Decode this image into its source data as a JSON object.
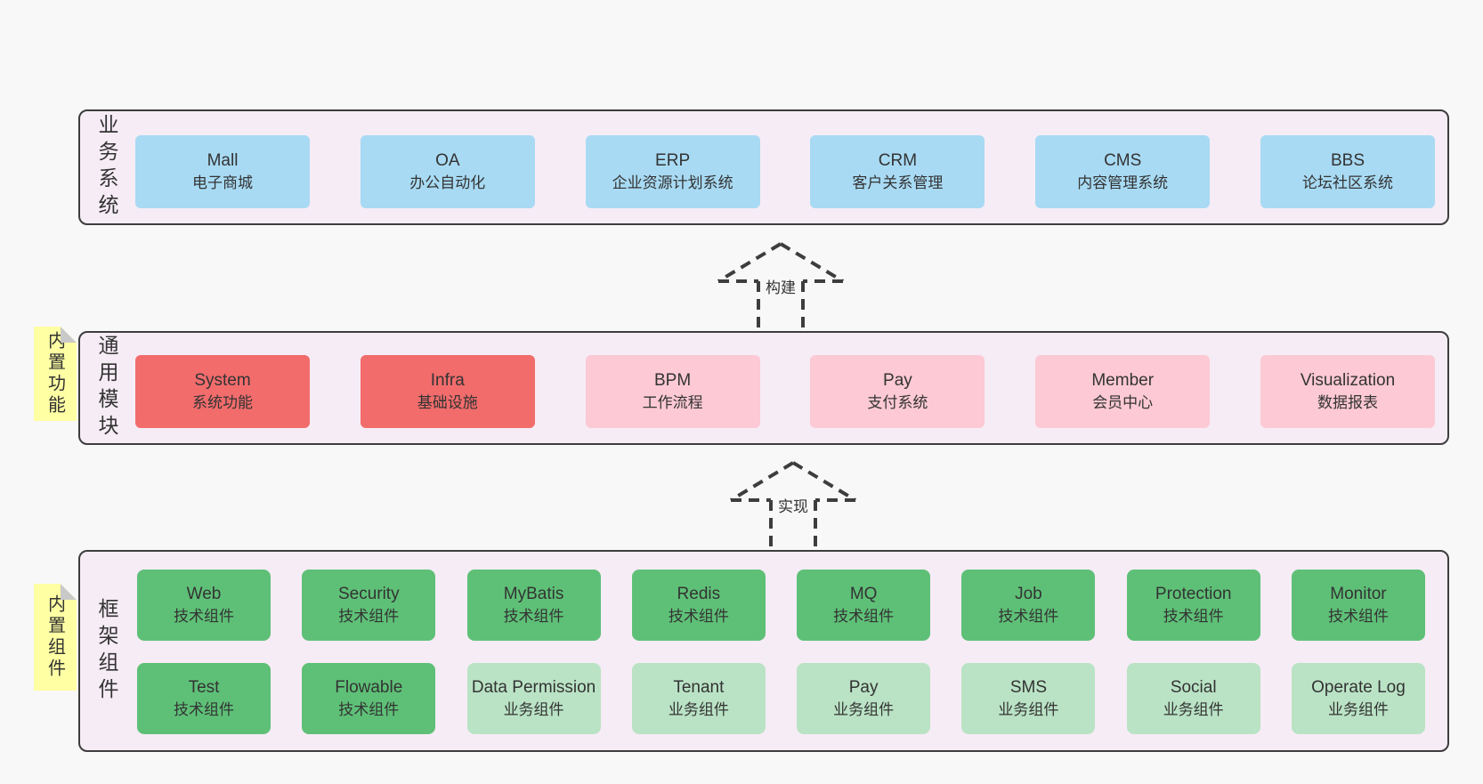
{
  "colors": {
    "page_bg": "#f8f8f8",
    "band_bg": "#f6ecf5",
    "line": "#3d3d3d",
    "text": "#333333",
    "blue": "#a8daf3",
    "red": "#f26c6c",
    "pink": "#fcc9d4",
    "green": "#5ec077",
    "green_light": "#bae3c5",
    "sticky": "#ffffa4",
    "fold": "#c9c9c9"
  },
  "arrows": [
    {
      "label": "构建"
    },
    {
      "label": "实现"
    }
  ],
  "bands": [
    {
      "label": "业务系统",
      "boxes": [
        {
          "title": "Mall",
          "subtitle": "电子商城",
          "variant": "blue"
        },
        {
          "title": "OA",
          "subtitle": "办公自动化",
          "variant": "blue"
        },
        {
          "title": "ERP",
          "subtitle": "企业资源计划系统",
          "variant": "blue"
        },
        {
          "title": "CRM",
          "subtitle": "客户关系管理",
          "variant": "blue"
        },
        {
          "title": "CMS",
          "subtitle": "内容管理系统",
          "variant": "blue"
        },
        {
          "title": "BBS",
          "subtitle": "论坛社区系统",
          "variant": "blue"
        }
      ]
    },
    {
      "label": "通用模块",
      "sticky": "内置功能",
      "boxes": [
        {
          "title": "System",
          "subtitle": "系统功能",
          "variant": "red"
        },
        {
          "title": "Infra",
          "subtitle": "基础设施",
          "variant": "red"
        },
        {
          "title": "BPM",
          "subtitle": "工作流程",
          "variant": "pink"
        },
        {
          "title": "Pay",
          "subtitle": "支付系统",
          "variant": "pink"
        },
        {
          "title": "Member",
          "subtitle": "会员中心",
          "variant": "pink"
        },
        {
          "title": "Visualization",
          "subtitle": "数据报表",
          "variant": "pink"
        }
      ]
    },
    {
      "label": "框架组件",
      "sticky": "内置组件",
      "rows": [
        [
          {
            "title": "Web",
            "subtitle": "技术组件",
            "variant": "green"
          },
          {
            "title": "Security",
            "subtitle": "技术组件",
            "variant": "green"
          },
          {
            "title": "MyBatis",
            "subtitle": "技术组件",
            "variant": "green"
          },
          {
            "title": "Redis",
            "subtitle": "技术组件",
            "variant": "green"
          },
          {
            "title": "MQ",
            "subtitle": "技术组件",
            "variant": "green"
          },
          {
            "title": "Job",
            "subtitle": "技术组件",
            "variant": "green"
          },
          {
            "title": "Protection",
            "subtitle": "技术组件",
            "variant": "green"
          },
          {
            "title": "Monitor",
            "subtitle": "技术组件",
            "variant": "green"
          }
        ],
        [
          {
            "title": "Test",
            "subtitle": "技术组件",
            "variant": "green"
          },
          {
            "title": "Flowable",
            "subtitle": "技术组件",
            "variant": "green"
          },
          {
            "title": "Data Permission",
            "subtitle": "业务组件",
            "variant": "green-light"
          },
          {
            "title": "Tenant",
            "subtitle": "业务组件",
            "variant": "green-light"
          },
          {
            "title": "Pay",
            "subtitle": "业务组件",
            "variant": "green-light"
          },
          {
            "title": "SMS",
            "subtitle": "业务组件",
            "variant": "green-light"
          },
          {
            "title": "Social",
            "subtitle": "业务组件",
            "variant": "green-light"
          },
          {
            "title": "Operate Log",
            "subtitle": "业务组件",
            "variant": "green-light"
          }
        ]
      ]
    }
  ]
}
